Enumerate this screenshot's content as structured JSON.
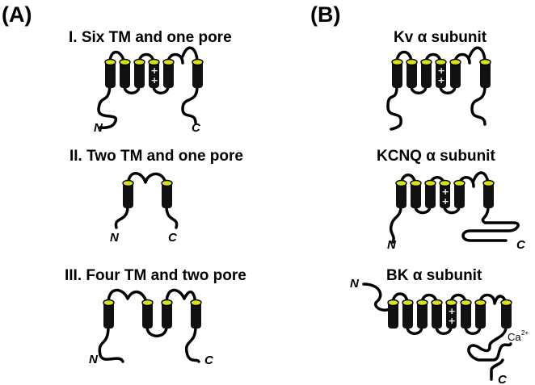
{
  "panel_a": {
    "label": "(A)",
    "diagrams": [
      {
        "title": "I. Six TM and one pore",
        "n_label": "N",
        "c_label": "C",
        "charge_label": "+"
      },
      {
        "title": "II. Two TM and one pore",
        "n_label": "N",
        "c_label": "C"
      },
      {
        "title": "III. Four TM and two pore",
        "n_label": "N",
        "c_label": "C"
      }
    ]
  },
  "panel_b": {
    "label": "(B)",
    "diagrams": [
      {
        "title": "Kv α subunit",
        "charge_label": "+"
      },
      {
        "title": "KCNQ α subunit",
        "n_label": "N",
        "c_label": "C",
        "charge_label": "+"
      },
      {
        "title": "BK α subunit",
        "n_label": "N",
        "c_label": "C",
        "charge_label": "+",
        "ion_label": "Ca",
        "ion_charge": "2+"
      }
    ]
  },
  "colors": {
    "helix_cap": "#d6e31a",
    "helix_body": "#111111",
    "line": "#000000"
  }
}
